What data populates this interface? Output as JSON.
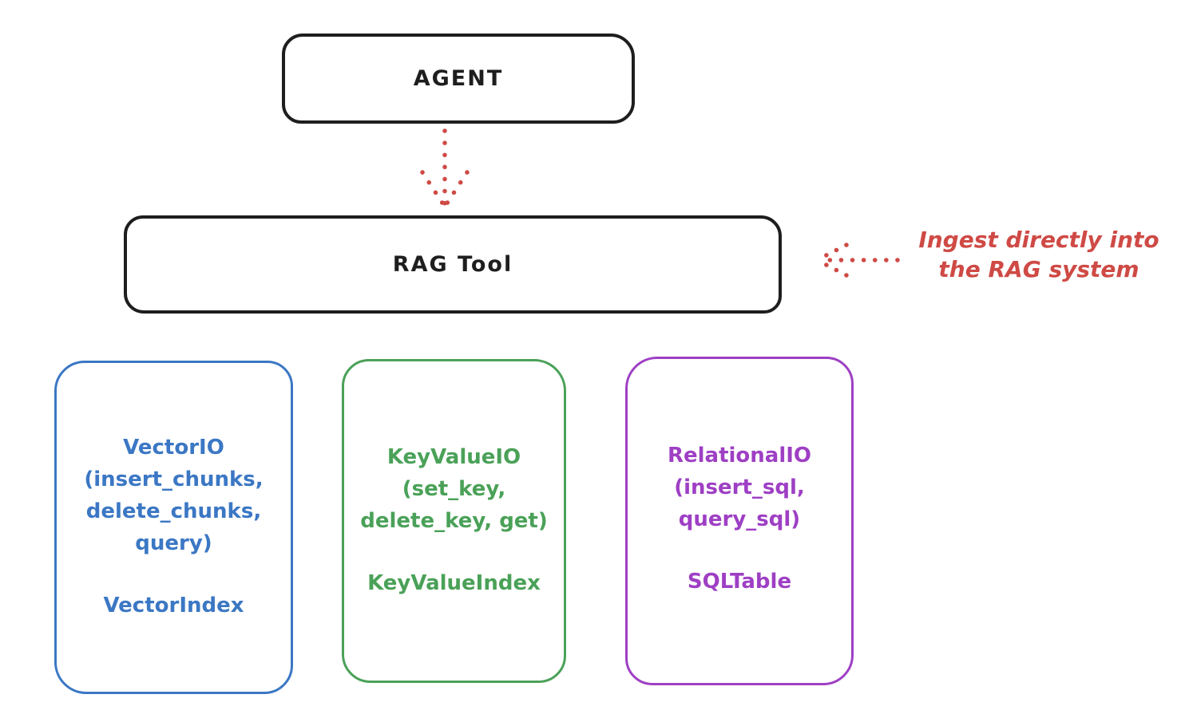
{
  "diagram": {
    "agent": {
      "label": "AGENT"
    },
    "rag_tool": {
      "label": "RAG Tool"
    },
    "annotation": {
      "line1": "Ingest directly into",
      "line2": "the RAG system"
    },
    "storage_boxes": [
      {
        "name": "vector-io",
        "lines": [
          "VectorIO",
          "(insert_chunks,",
          "delete_chunks,",
          "query)"
        ],
        "index_label": "VectorIndex",
        "color": "#3b77c4"
      },
      {
        "name": "keyvalue-io",
        "lines": [
          "KeyValueIO",
          "(set_key,",
          "delete_key, get)"
        ],
        "index_label": "KeyValueIndex",
        "color": "#4aa158"
      },
      {
        "name": "relational-io",
        "lines": [
          "RelationalIO",
          "(insert_sql,",
          "query_sql)"
        ],
        "index_label": "SQLTable",
        "color": "#9e3fc4"
      }
    ],
    "colors": {
      "node_stroke": "#1e1e1e",
      "arrow_red": "#cf4a45",
      "background": "#ffffff"
    }
  }
}
